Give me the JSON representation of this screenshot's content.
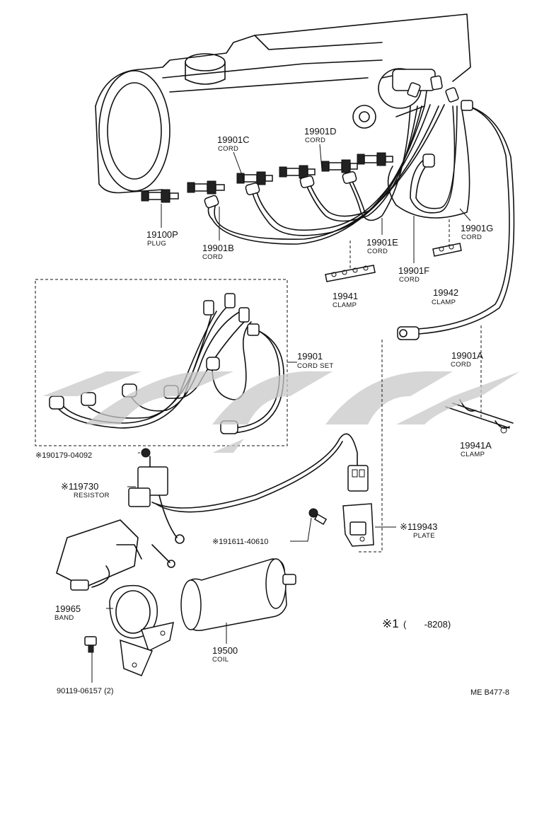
{
  "parts": [
    {
      "id": "p19100P",
      "number": "19100P",
      "name": "PLUG"
    },
    {
      "id": "p19901B",
      "number": "19901B",
      "name": "CORD"
    },
    {
      "id": "p19901C",
      "number": "19901C",
      "name": "CORD"
    },
    {
      "id": "p19901D",
      "number": "19901D",
      "name": "CORD"
    },
    {
      "id": "p19901E",
      "number": "19901E",
      "name": "CORD"
    },
    {
      "id": "p19901F",
      "number": "19901F",
      "name": "CORD"
    },
    {
      "id": "p19901G",
      "number": "19901G",
      "name": "CORD"
    },
    {
      "id": "p19941",
      "number": "19941",
      "name": "CLAMP"
    },
    {
      "id": "p19942",
      "number": "19942",
      "name": "CLAMP"
    },
    {
      "id": "p19901",
      "number": "19901",
      "name": "CORD SET"
    },
    {
      "id": "p19901A",
      "number": "19901A",
      "name": "CORD"
    },
    {
      "id": "p19941A",
      "number": "19941A",
      "name": "CLAMP"
    },
    {
      "id": "p190179",
      "number": "※190179-04092",
      "name": ""
    },
    {
      "id": "p119730",
      "number": "※119730",
      "name": "RESISTOR"
    },
    {
      "id": "p191611",
      "number": "※191611-40610",
      "name": ""
    },
    {
      "id": "p119943",
      "number": "※119943",
      "name": "PLATE"
    },
    {
      "id": "p19965",
      "number": "19965",
      "name": "BAND"
    },
    {
      "id": "p19500",
      "number": "19500",
      "name": "COIL"
    },
    {
      "id": "p90119",
      "number": "90119-06157 (2)",
      "name": ""
    }
  ],
  "footnote": {
    "mark": "※1",
    "range": "(       -8208)"
  },
  "drawing_code": "ME B477-8"
}
